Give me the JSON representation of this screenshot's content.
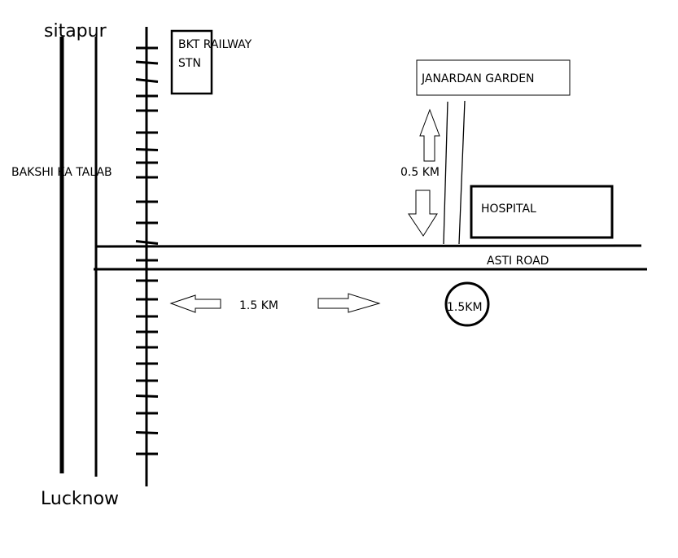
{
  "places": {
    "north": "sitapur",
    "south": "Lucknow",
    "town": "BAKSHI KA TALAB",
    "station_line1": "BKT RAILWAY",
    "station_line2": "STN",
    "garden": "JANARDAN GARDEN",
    "hospital": "HOSPITAL",
    "road": "ASTI ROAD"
  },
  "distances": {
    "garden_to_road": "0.5 KM",
    "along_road": "1.5 KM",
    "circled": "1.5KM"
  },
  "colors": {
    "ink": "#000000",
    "background": "#ffffff"
  }
}
